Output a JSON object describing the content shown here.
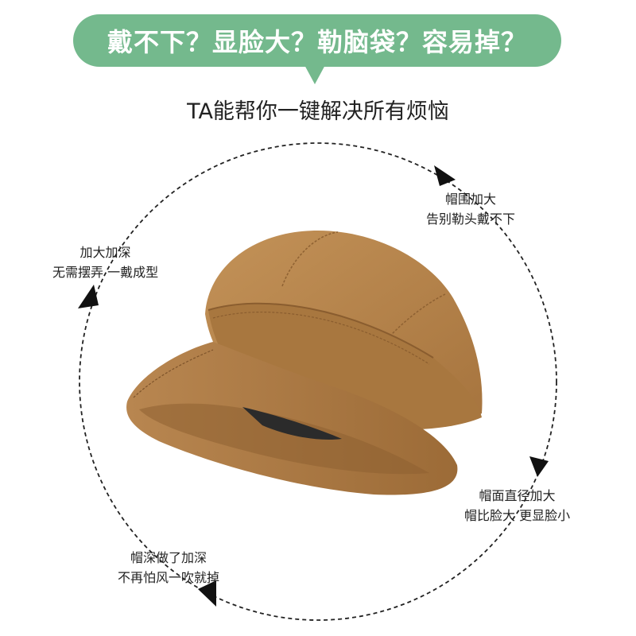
{
  "banner": {
    "text": "戴不下？显脸大？勒脑袋？容易掉？",
    "color": "#74b98d"
  },
  "subtitle": "TA能帮你一键解决所有烦恼",
  "features": [
    {
      "line1": "帽围加大",
      "line2": "告别勒头戴不下"
    },
    {
      "line1": "加大加深",
      "line2": "无需摆弄 一戴成型"
    },
    {
      "line1": "帽面直径加大",
      "line2": "帽比脸大 更显脸小"
    },
    {
      "line1": "帽深做了加深",
      "line2": "不再怕风一吹就掉"
    }
  ],
  "colors": {
    "hat": "#b18049",
    "hat_dark": "#8e6132",
    "hat_light": "#c4965f",
    "circle": "#222222"
  }
}
